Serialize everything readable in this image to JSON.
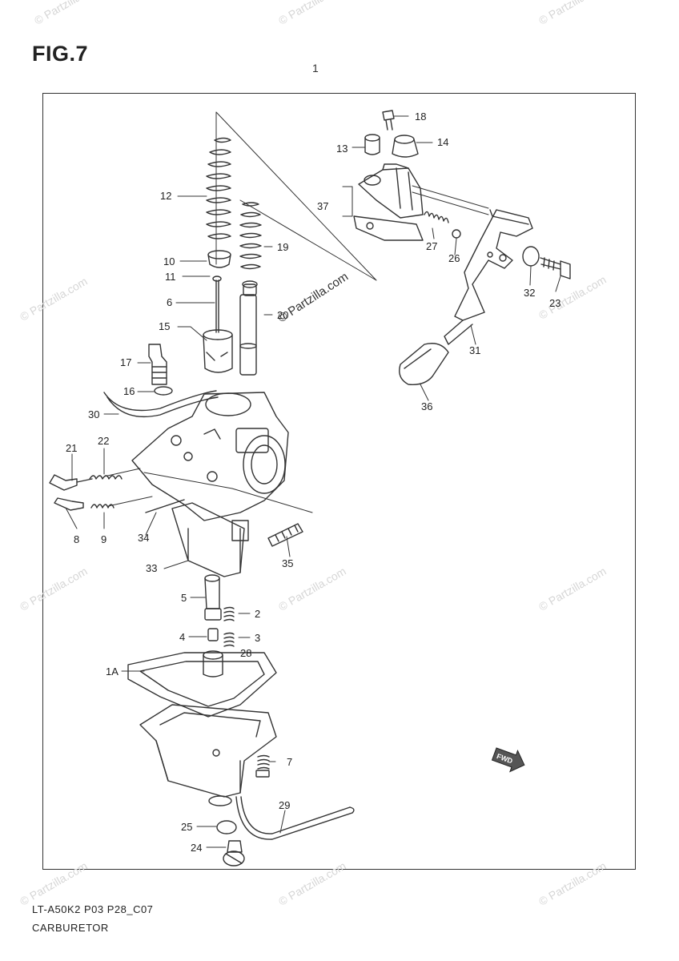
{
  "figure": {
    "title": "FIG.7",
    "ref": "1"
  },
  "footer": {
    "code": "LT-A50K2 P03 P28_C07",
    "name": "CARBURETOR"
  },
  "watermark": {
    "text": "© Partzilla.com"
  },
  "callouts": {
    "c18": "18",
    "c13": "13",
    "c14": "14",
    "c37": "37",
    "c27": "27",
    "c26": "26",
    "c12": "12",
    "c10": "10",
    "c11": "11",
    "c6": "6",
    "c15": "15",
    "c17": "17",
    "c16": "16",
    "c19": "19",
    "c20": "20",
    "c30": "30",
    "c21": "21",
    "c22": "22",
    "c8": "8",
    "c9": "9",
    "c34": "34",
    "c33": "33",
    "c35": "35",
    "c5": "5",
    "c2": "2",
    "c4": "4",
    "c3": "3",
    "c28": "28",
    "c1A": "1A",
    "c7": "7",
    "c29": "29",
    "c25": "25",
    "c24": "24",
    "c31": "31",
    "c36": "36",
    "c32": "32",
    "c23": "23"
  },
  "icons": {
    "fwd_arrow": "fwd-arrow-icon"
  },
  "colors": {
    "line": "#333333",
    "watermark": "#d6d6d6",
    "background": "#ffffff"
  }
}
